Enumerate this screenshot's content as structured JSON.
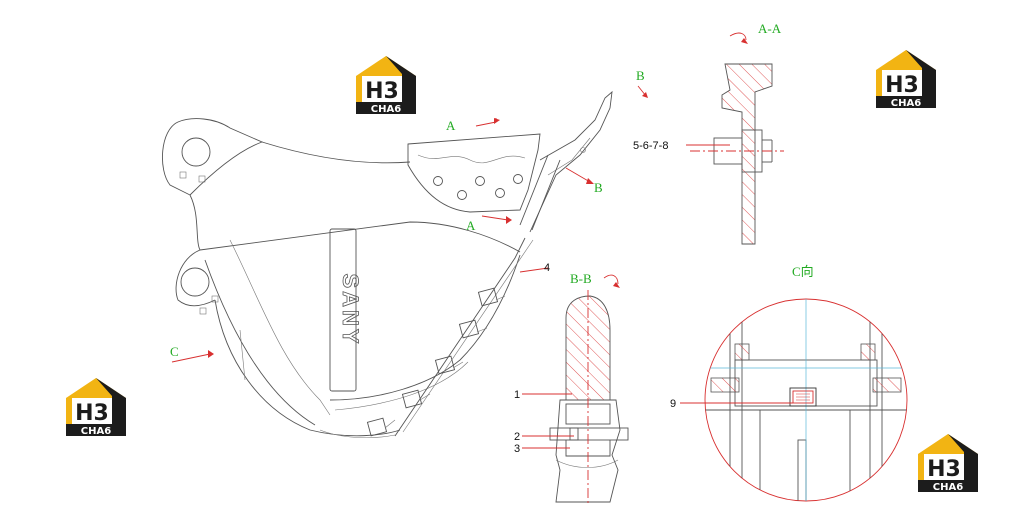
{
  "brand": {
    "logo_number": "H3",
    "logo_word": "CHA6",
    "bucket_brand": "SANY",
    "colors": {
      "yellow": "#f2b413",
      "dark": "#1c1c1c",
      "section_red": "#d83030",
      "label_green": "#22aa22",
      "center_cyan": "#5ab8d8"
    }
  },
  "view_labels": {
    "section_aa": "A-A",
    "section_bb": "B-B",
    "view_c": "C向",
    "arrow_a": "A",
    "arrow_b": "B",
    "arrow_c": "C"
  },
  "part_numbers": {
    "p1": "1",
    "p2": "2",
    "p3": "3",
    "p4": "4",
    "p5678": "5-6-7-8",
    "p9": "9"
  }
}
